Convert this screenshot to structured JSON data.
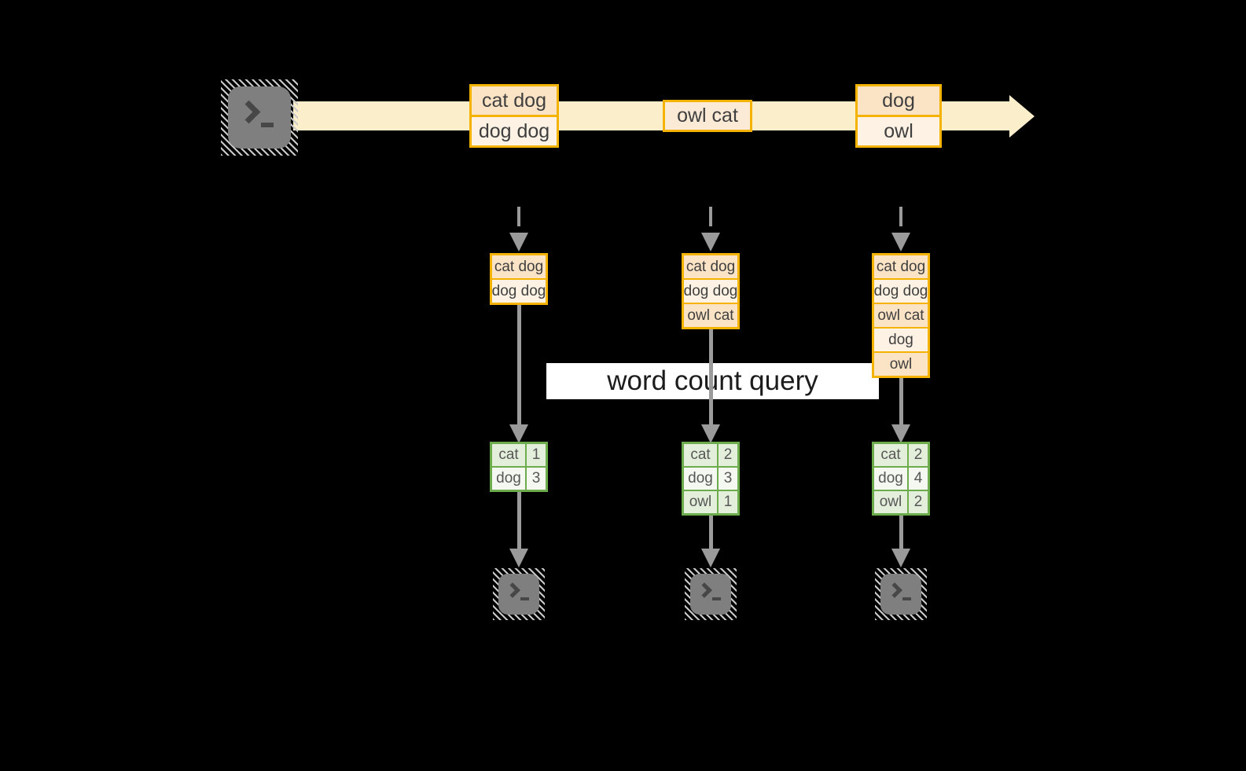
{
  "banner": {
    "label": "word count query"
  },
  "stream": {
    "source_icon": "terminal-icon",
    "events": [
      {
        "lines": [
          "cat dog",
          "dog dog"
        ]
      },
      {
        "lines": [
          "owl cat"
        ]
      },
      {
        "lines": [
          "dog",
          "owl"
        ]
      }
    ]
  },
  "batches": [
    {
      "lines": [
        "cat dog",
        "dog dog"
      ]
    },
    {
      "lines": [
        "cat dog",
        "dog dog",
        "owl cat"
      ]
    },
    {
      "lines": [
        "cat dog",
        "dog dog",
        "owl cat",
        "dog",
        "owl"
      ]
    }
  ],
  "results": [
    {
      "rows": [
        {
          "word": "cat",
          "count": "1"
        },
        {
          "word": "dog",
          "count": "3"
        }
      ]
    },
    {
      "rows": [
        {
          "word": "cat",
          "count": "2"
        },
        {
          "word": "dog",
          "count": "3"
        },
        {
          "word": "owl",
          "count": "1"
        }
      ]
    },
    {
      "rows": [
        {
          "word": "cat",
          "count": "2"
        },
        {
          "word": "dog",
          "count": "4"
        },
        {
          "word": "owl",
          "count": "2"
        }
      ]
    }
  ],
  "colors": {
    "background": "#000000",
    "stream_band": "#fbeecb",
    "orange_border": "#f5b301",
    "fill_peach": "#fbe3c5",
    "fill_cream": "#fdf2e3",
    "green_border": "#6dac4d",
    "green_row_a": "#e3eedb",
    "green_row_b": "#f4f8f0",
    "arrow_gray": "#9b9b9b",
    "terminal_gray": "#7f7f7f"
  }
}
